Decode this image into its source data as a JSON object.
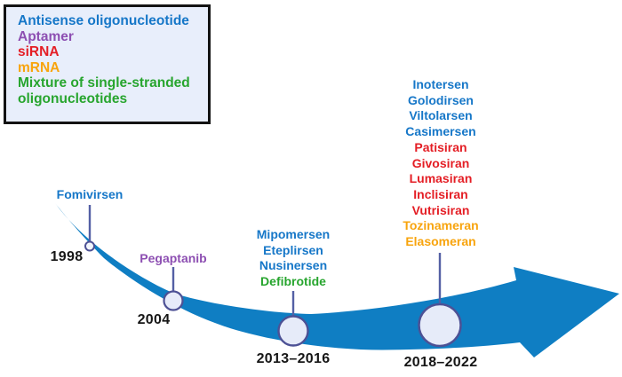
{
  "colors": {
    "antisense": "#1677c8",
    "aptamer": "#8d4fb2",
    "sirna": "#e41e25",
    "mrna": "#f8a40d",
    "mixture": "#27a52e",
    "arrow": "#0f7ec3",
    "stem": "#5560a5",
    "node_fill": "#e6ebf9",
    "node_fill_small": "#f2f5fc",
    "node_border": "#4d5195",
    "year_text": "#161616",
    "legend_bg": "#e8eefb",
    "legend_border": "#131313"
  },
  "legend": {
    "items": [
      {
        "label": "Antisense oligonucleotide",
        "color_key": "antisense"
      },
      {
        "label": "Aptamer",
        "color_key": "aptamer"
      },
      {
        "label": "siRNA",
        "color_key": "sirna"
      },
      {
        "label": "mRNA",
        "color_key": "mrna"
      },
      {
        "label": "Mixture of single-stranded oligonucleotides",
        "color_key": "mixture"
      }
    ]
  },
  "timeline": {
    "groups": [
      {
        "year": "1998",
        "drugs": [
          {
            "name": "Fomivirsen",
            "category": "antisense"
          }
        ]
      },
      {
        "year": "2004",
        "drugs": [
          {
            "name": "Pegaptanib",
            "category": "aptamer"
          }
        ]
      },
      {
        "year": "2013–2016",
        "drugs": [
          {
            "name": "Mipomersen",
            "category": "antisense"
          },
          {
            "name": "Eteplirsen",
            "category": "antisense"
          },
          {
            "name": "Nusinersen",
            "category": "antisense"
          },
          {
            "name": "Defibrotide",
            "category": "mixture"
          }
        ]
      },
      {
        "year": "2018–2022",
        "drugs": [
          {
            "name": "Inotersen",
            "category": "antisense"
          },
          {
            "name": "Golodirsen",
            "category": "antisense"
          },
          {
            "name": "Viltolarsen",
            "category": "antisense"
          },
          {
            "name": "Casimersen",
            "category": "antisense"
          },
          {
            "name": "Patisiran",
            "category": "sirna"
          },
          {
            "name": "Givosiran",
            "category": "sirna"
          },
          {
            "name": "Lumasiran",
            "category": "sirna"
          },
          {
            "name": "Inclisiran",
            "category": "sirna"
          },
          {
            "name": "Vutrisiran",
            "category": "sirna"
          },
          {
            "name": "Tozinameran",
            "category": "mrna"
          },
          {
            "name": "Elasomeran",
            "category": "mrna"
          }
        ]
      }
    ]
  }
}
